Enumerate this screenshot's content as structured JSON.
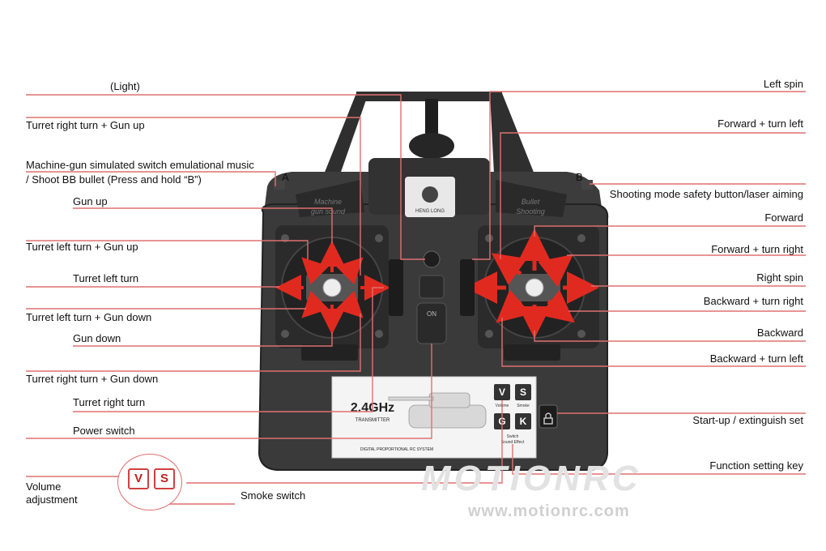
{
  "labels_left": [
    {
      "id": "light",
      "text": "(Light)"
    },
    {
      "id": "turret-right-gun-up",
      "text": "Turret right turn + Gun up"
    },
    {
      "id": "machine-gun-1",
      "text": "Machine-gun simulated switch emulational music"
    },
    {
      "id": "machine-gun-2",
      "text": "/ Shoot BB bullet (Press and hold “B”)"
    },
    {
      "id": "gun-up",
      "text": "Gun up"
    },
    {
      "id": "turret-left-gun-up",
      "text": "Turret left turn + Gun up"
    },
    {
      "id": "turret-left",
      "text": "Turret left turn"
    },
    {
      "id": "turret-left-gun-down",
      "text": "Turret left turn + Gun down"
    },
    {
      "id": "gun-down",
      "text": "Gun down"
    },
    {
      "id": "turret-right-gun-down",
      "text": "Turret right turn + Gun down"
    },
    {
      "id": "turret-right",
      "text": "Turret right turn"
    },
    {
      "id": "power-switch",
      "text": "Power switch"
    },
    {
      "id": "volume-1",
      "text": "Volume"
    },
    {
      "id": "volume-2",
      "text": "adjustment"
    },
    {
      "id": "smoke-switch",
      "text": "Smoke switch"
    }
  ],
  "labels_right": [
    {
      "id": "left-spin",
      "text": "Left spin"
    },
    {
      "id": "forward-turn-left",
      "text": "Forward + turn left"
    },
    {
      "id": "shooting-mode",
      "text": "Shooting mode safety button/laser aiming"
    },
    {
      "id": "forward",
      "text": "Forward"
    },
    {
      "id": "forward-turn-right",
      "text": "Forward + turn right"
    },
    {
      "id": "right-spin",
      "text": "Right spin"
    },
    {
      "id": "backward-turn-right",
      "text": "Backward + turn right"
    },
    {
      "id": "backward",
      "text": "Backward"
    },
    {
      "id": "backward-turn-left",
      "text": "Backward + turn left"
    },
    {
      "id": "startup",
      "text": "Start-up / extinguish set"
    },
    {
      "id": "function-key",
      "text": "Function setting key"
    }
  ],
  "markers": {
    "a": "A",
    "b": "B"
  },
  "transmitter": {
    "brand": "HENG LONG",
    "left_badge_1": "Machine",
    "left_badge_2": "gun sound",
    "right_badge_1": "Bullet",
    "right_badge_2": "Shooting",
    "band": "2.4GHz",
    "band_sub": "TRANSMITTER",
    "system": "DIGITAL PROPORTIONAL RC SYSTEM",
    "on": "ON",
    "keys": {
      "v": "V",
      "s": "S",
      "g": "G",
      "k": "K"
    },
    "key_captions": {
      "v": "Volume",
      "s": "Smoke",
      "switch": "Switch",
      "sound_effect": "Sound Effect"
    }
  },
  "legend_keys": {
    "v": "V",
    "s": "S"
  },
  "watermark": {
    "logo": "MOTIONRC",
    "url": "www.motionrc.com"
  },
  "colors": {
    "leader": "#e07070",
    "arrow": "#e02a20",
    "body": "#3a3a3a",
    "body_dark": "#2a2a2a"
  }
}
